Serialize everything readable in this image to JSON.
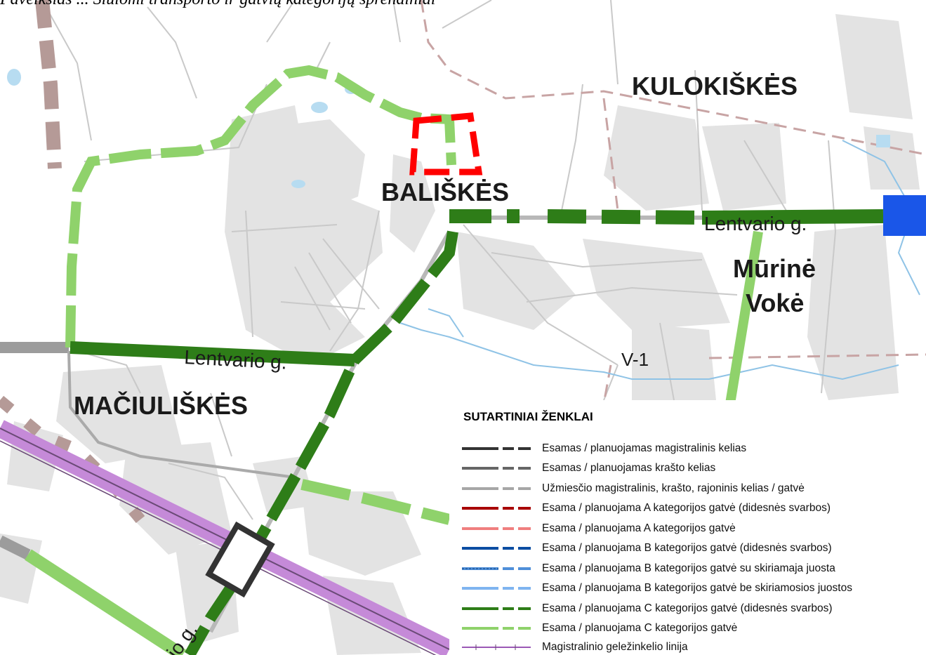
{
  "caption": "Paveikslas ... Siūlomi transporto ir gatvių kategorijų sprendiniai",
  "places": {
    "kulokiskes": "KULOKIŠKĖS",
    "baliskes": "BALIŠKĖS",
    "murine": "Mūrinė",
    "voke": "Vokė",
    "maciuliskes": "MAČIULIŠKĖS"
  },
  "roads": {
    "lentvario_east": "Lentvario g.",
    "lentvario_west": "Lentvario g.",
    "v1": "V-1",
    "partial_south": "io g."
  },
  "colors": {
    "c_major": "#2e7d18",
    "c_minor": "#8fd26b",
    "rail": "#b36ad1",
    "highlight_box": "#ff0000",
    "background_gray": "#e6e6e6",
    "railway_station": "#1a56e8"
  },
  "legend": {
    "title": "SUTARTINIAI ŽENKLAI",
    "items": [
      {
        "label": "Esamas / planuojamas magistralinis kelias",
        "color": "#333333",
        "icon": "dark-gray-line"
      },
      {
        "label": "Esamas / planuojamas krašto kelias",
        "color": "#666666",
        "icon": "gray-line"
      },
      {
        "label": "Užmiesčio magistralinis, krašto, rajoninis kelias / gatvė",
        "color": "#a6a6a6",
        "icon": "light-gray-line"
      },
      {
        "label": "Esama / planuojama A kategorijos gatvė (didesnės svarbos)",
        "color": "#a80000",
        "icon": "dark-red-line"
      },
      {
        "label": "Esama / planuojama A kategorijos gatvė",
        "color": "#f07f7f",
        "icon": "pink-line"
      },
      {
        "label": "Esama / planuojama B kategorijos gatvė (didesnės svarbos)",
        "color": "#0b4da2",
        "icon": "dark-blue-line"
      },
      {
        "label": "Esama / planuojama B kategorijos gatvė su skiriamaja juosta",
        "color": "#4f8fd9",
        "icon": "blue-line-with-divider"
      },
      {
        "label": "Esama / planuojama B kategorijos gatvė be skiriamosios juostos",
        "color": "#7fb4f0",
        "icon": "light-blue-line"
      },
      {
        "label": "Esama / planuojama C kategorijos gatvė (didesnės svarbos)",
        "color": "#2e7d18",
        "icon": "dark-green-line"
      },
      {
        "label": "Esama / planuojama C kategorijos gatvė",
        "color": "#8fd26b",
        "icon": "light-green-line"
      },
      {
        "label": "Magistralinio geležinkelio linija",
        "color": "#9b59b6",
        "icon": "railway-line"
      }
    ]
  }
}
